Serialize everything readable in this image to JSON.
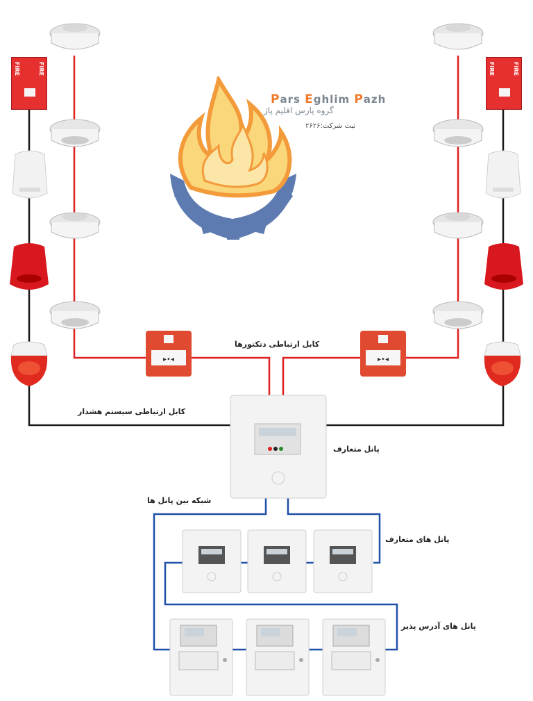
{
  "logo": {
    "title_parts": [
      "P",
      "ars ",
      "E",
      "ghlim ",
      "P",
      "azh"
    ],
    "subtitle_fa": "گروه پارس اقلیم پاژ",
    "registration": "ثبت شرکت:۲۶۲۶"
  },
  "labels": {
    "detector_cable": "کابل ارتباطی دتکتورها",
    "alarm_cable": "کابل ارتباطی سیستم هشدار",
    "conventional_panel": "پانل متعارف",
    "panel_network": "شبکه بین پانل ها",
    "conventional_panels": "پانل های متعارف",
    "addressable_panels": "پانل های آدرس پذیر"
  },
  "devices": {
    "fire_text": "FIRE"
  },
  "colors": {
    "detector_wire": "#e02020",
    "alarm_wire": "#1a1a1a",
    "network_wire": "#1f4fa8",
    "flame_orange": "#f39a3a",
    "flame_yellow": "#f9d77a",
    "gear": "#5d7bb0"
  }
}
